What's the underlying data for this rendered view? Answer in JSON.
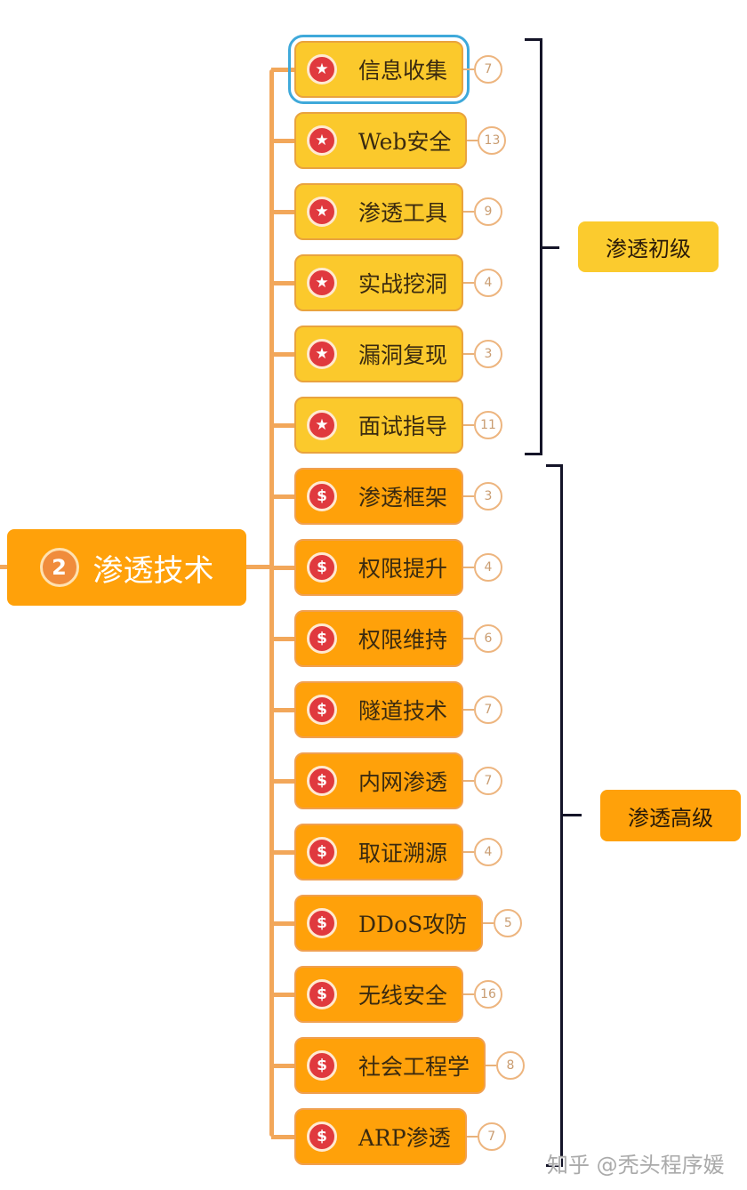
{
  "root": {
    "number": "2",
    "label": "渗透技术"
  },
  "groups": [
    {
      "label": "渗透初级",
      "color": "#FBCB2E"
    },
    {
      "label": "渗透高级",
      "color": "#FFA10A"
    }
  ],
  "items": [
    {
      "label": "信息收集",
      "count": "7",
      "group": 0,
      "icon": "star-icon",
      "selected": true
    },
    {
      "label": "Web安全",
      "count": "13",
      "group": 0,
      "icon": "star-icon"
    },
    {
      "label": "渗透工具",
      "count": "9",
      "group": 0,
      "icon": "star-icon"
    },
    {
      "label": "实战挖洞",
      "count": "4",
      "group": 0,
      "icon": "star-icon"
    },
    {
      "label": "漏洞复现",
      "count": "3",
      "group": 0,
      "icon": "star-icon"
    },
    {
      "label": "面试指导",
      "count": "11",
      "group": 0,
      "icon": "star-icon"
    },
    {
      "label": "渗透框架",
      "count": "3",
      "group": 1,
      "icon": "dollar-icon"
    },
    {
      "label": "权限提升",
      "count": "4",
      "group": 1,
      "icon": "dollar-icon"
    },
    {
      "label": "权限维持",
      "count": "6",
      "group": 1,
      "icon": "dollar-icon"
    },
    {
      "label": "隧道技术",
      "count": "7",
      "group": 1,
      "icon": "dollar-icon"
    },
    {
      "label": "内网渗透",
      "count": "7",
      "group": 1,
      "icon": "dollar-icon"
    },
    {
      "label": "取证溯源",
      "count": "4",
      "group": 1,
      "icon": "dollar-icon"
    },
    {
      "label": "DDoS攻防",
      "count": "5",
      "group": 1,
      "icon": "dollar-icon"
    },
    {
      "label": "无线安全",
      "count": "16",
      "group": 1,
      "icon": "dollar-icon"
    },
    {
      "label": "社会工程学",
      "count": "8",
      "group": 1,
      "icon": "dollar-icon"
    },
    {
      "label": "ARP渗透",
      "count": "7",
      "group": 1,
      "icon": "dollar-icon"
    }
  ],
  "watermark": "知乎 @秃头程序媛"
}
